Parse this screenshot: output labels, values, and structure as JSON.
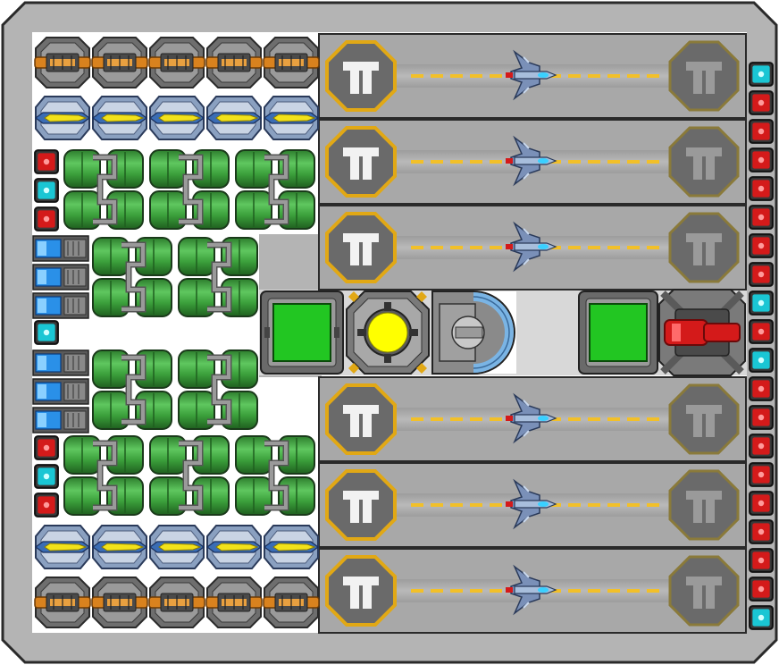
{
  "scene": {
    "name": "ship-builder-layout",
    "colors": {
      "hull": "#b4b4b4",
      "hull_edge": "#2a2a2a",
      "interior": "#ffffff",
      "hangar_floor": "#a8a8a8",
      "runway_stripe": "#bdbdbd",
      "dash": "#f2c029",
      "pad_ring": "#e1a815",
      "pad_dark": "#6a6a6a",
      "fuel_green": "#3a9e3a",
      "fuel_green_light": "#5fc75f",
      "cannon_orange": "#d9821e",
      "missile_yellow": "#f2e21a",
      "missile_blue": "#3b6db4",
      "reactor_yellow": "#ffff00",
      "crate_green": "#22c622",
      "red_light": "#d41a1a",
      "cyan_light": "#1ac6d4",
      "battery_blue": "#2a90e8",
      "turret_red": "#d41a1a"
    },
    "icons": {
      "cannon": "cannon-turret-icon",
      "missile": "missile-launcher-icon",
      "fuel": "fuel-tank-icon",
      "battery": "battery-cell-icon",
      "reactor": "reactor-core-icon",
      "crate": "cargo-crate-icon",
      "dome": "shield-dome-icon",
      "turret": "red-turret-icon",
      "fighter": "fighter-ship-icon",
      "pad": "landing-pad-icon",
      "exit": "exit-gate-icon",
      "red_light": "red-light-icon",
      "cyan_light": "cyan-light-icon"
    },
    "hangars": {
      "count": 6,
      "each_has": [
        "landing-pad",
        "runway",
        "fighter-ship",
        "exit-gate"
      ]
    },
    "side_lights_right": [
      "cyan",
      "red",
      "red",
      "red",
      "red",
      "red",
      "red",
      "red",
      "cyan",
      "red",
      "cyan",
      "red",
      "red",
      "red",
      "red",
      "red",
      "red",
      "red",
      "red",
      "cyan"
    ],
    "side_lights_left_top": [
      "red",
      "cyan",
      "red"
    ],
    "side_lights_left_bottom": [
      "red",
      "cyan",
      "red"
    ],
    "side_light_left_middle": "cyan"
  }
}
